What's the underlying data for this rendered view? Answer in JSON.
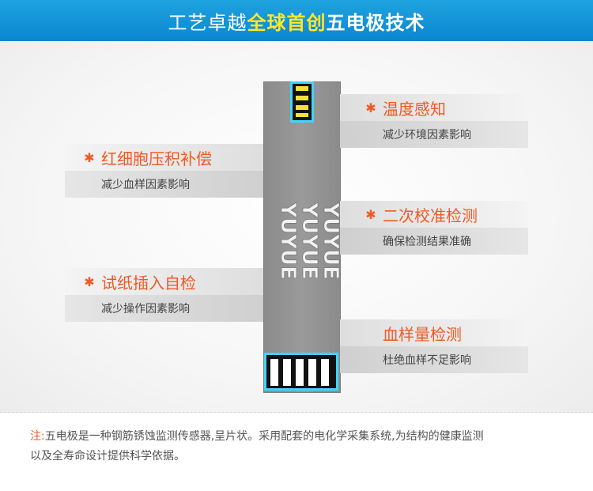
{
  "header": {
    "title_part1": "工艺卓越",
    "title_highlight": "全球首创",
    "title_part2": "五电极技术"
  },
  "strip": {
    "brand_text": "YUYUE"
  },
  "features": [
    {
      "title": "温度感知",
      "desc": "减少环境因素影响"
    },
    {
      "title": "红细胞压积补偿",
      "desc": "减少血样因素影响"
    },
    {
      "title": "二次校准检测",
      "desc": "确保检测结果准确"
    },
    {
      "title": "试纸插入自检",
      "desc": "减少操作因素影响"
    },
    {
      "title": "血样量检测",
      "desc": "杜绝血样不足影响"
    }
  ],
  "note": {
    "label": "注:",
    "line1": "五电极是一种钢筋锈蚀监测传感器,呈片状。采用配套的电化学采集系统,为结构的健康监测",
    "line2": "以及全寿命设计提供科学依据。"
  },
  "colors": {
    "header_blue": "#1a9be0",
    "highlight_yellow": "#ffe629",
    "accent_orange": "#ee5a24",
    "strip_gray": "#929292",
    "electrode_cyan": "#3dd6ff"
  }
}
